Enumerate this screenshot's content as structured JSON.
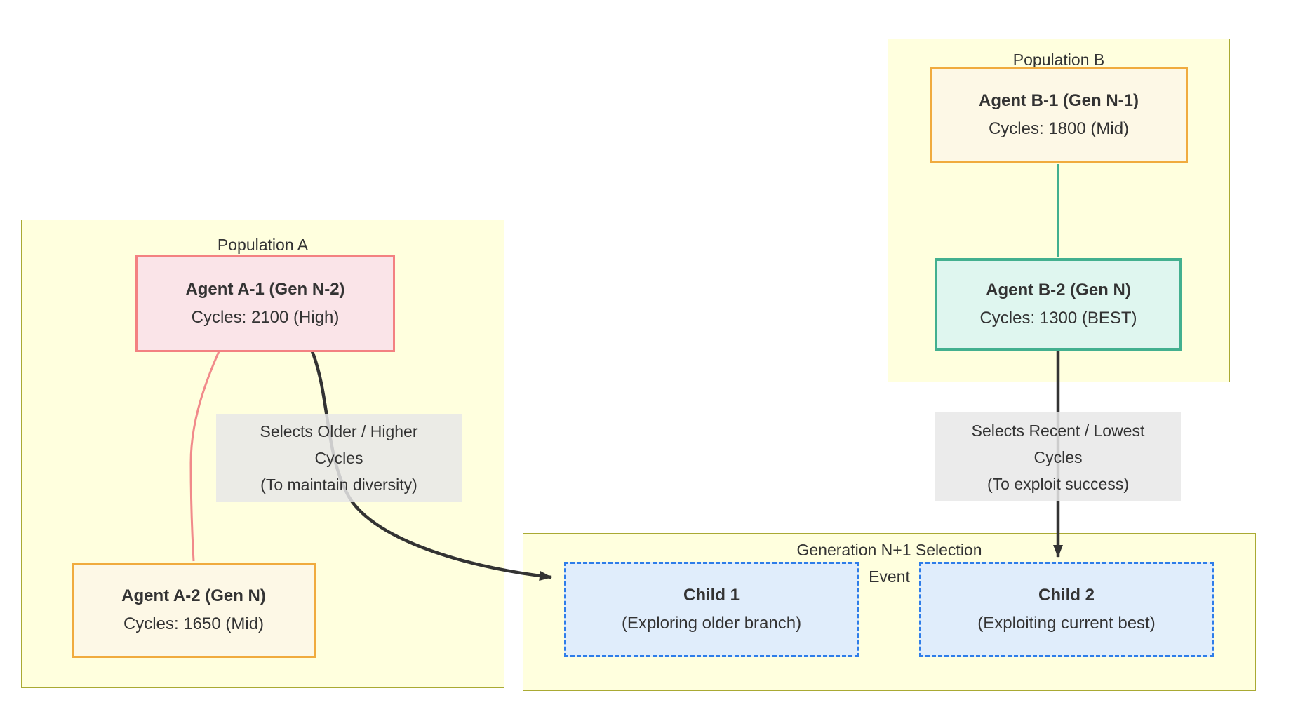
{
  "diagram_type": "flowchart",
  "clusters": {
    "population_a": {
      "title": "Population A"
    },
    "population_b": {
      "title": "Population B"
    },
    "generation": {
      "title_line1": "Generation N+1 Selection",
      "title_line2": "Event"
    }
  },
  "nodes": {
    "agent_a1": {
      "name": "Agent A-1 (Gen N-2)",
      "detail": "Cycles: 2100 (High)"
    },
    "agent_a2": {
      "name": "Agent A-2 (Gen N)",
      "detail": "Cycles: 1650 (Mid)"
    },
    "agent_b1": {
      "name": "Agent B-1 (Gen N-1)",
      "detail": "Cycles: 1800 (Mid)"
    },
    "agent_b2": {
      "name": "Agent B-2 (Gen N)",
      "detail": "Cycles: 1300 (BEST)"
    },
    "child_1": {
      "name": "Child 1",
      "detail": "(Exploring older branch)"
    },
    "child_2": {
      "name": "Child 2",
      "detail": "(Exploiting current best)"
    }
  },
  "edge_labels": {
    "select_a": {
      "line1": "Selects Older / Higher",
      "line2": "Cycles",
      "line3": "(To maintain diversity)"
    },
    "select_b": {
      "line1": "Selects Recent / Lowest",
      "line2": "Cycles",
      "line3": "(To exploit success)"
    }
  },
  "colors": {
    "canvas_bg": "#ffffff",
    "cluster_fill": "#ffffde",
    "cluster_stroke": "#aaaa33",
    "title_text": "#333333",
    "node_text": "#333333",
    "pink_fill": "#fae4e8",
    "pink_stroke": "#f38181",
    "cream_fill": "#fdf8e6",
    "amber_stroke": "#f0ab3e",
    "mint_fill": "#dff6ef",
    "teal_stroke": "#43b08f",
    "child_fill": "#e0edfb",
    "child_stroke": "#2e7de9",
    "label_bg": "#e8e8e8",
    "edge_dark": "#333333",
    "edge_pink": "#f18a8a",
    "edge_teal": "#43b08f"
  }
}
